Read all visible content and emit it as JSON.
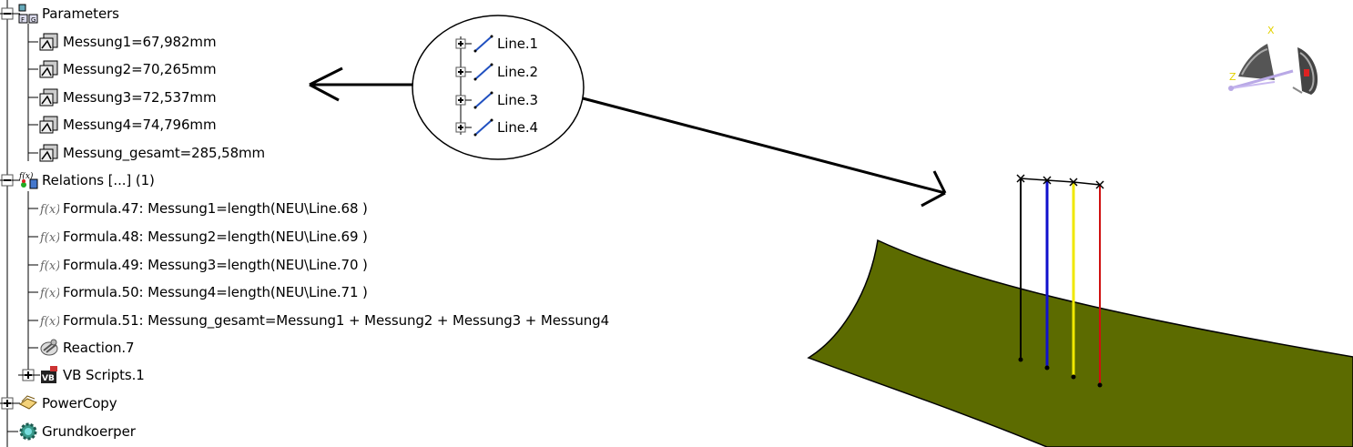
{
  "tree": {
    "parameters": {
      "label": "Parameters",
      "items": [
        {
          "label": "Messung1=67,982mm"
        },
        {
          "label": "Messung2=70,265mm"
        },
        {
          "label": "Messung3=72,537mm"
        },
        {
          "label": "Messung4=74,796mm"
        },
        {
          "label": "Messung_gesamt=285,58mm"
        }
      ]
    },
    "relations": {
      "label": "Relations [...] (1)",
      "items": [
        {
          "label": "Formula.47: Messung1=length(NEU\\Line.68 )"
        },
        {
          "label": "Formula.48: Messung2=length(NEU\\Line.69 )"
        },
        {
          "label": "Formula.49: Messung3=length(NEU\\Line.70 )"
        },
        {
          "label": "Formula.50: Messung4=length(NEU\\Line.71 )"
        },
        {
          "label": "Formula.51: Messung_gesamt=Messung1 + Messung2 + Messung3 + Messung4"
        },
        {
          "label": "Reaction.7"
        },
        {
          "label": "VB Scripts.1"
        }
      ]
    },
    "powercopy": {
      "label": "PowerCopy"
    },
    "grundkoerper": {
      "label": "Grundkoerper"
    }
  },
  "callout": {
    "lines": [
      "Line.1",
      "Line.2",
      "Line.3",
      "Line.4"
    ]
  },
  "compass": {
    "axis_x": "X",
    "axis_z": "Z"
  },
  "colors": {
    "surface": "#5c6b00",
    "line1": "#000000",
    "line2": "#1010cc",
    "line3": "#f0e800",
    "line4": "#d01010"
  }
}
